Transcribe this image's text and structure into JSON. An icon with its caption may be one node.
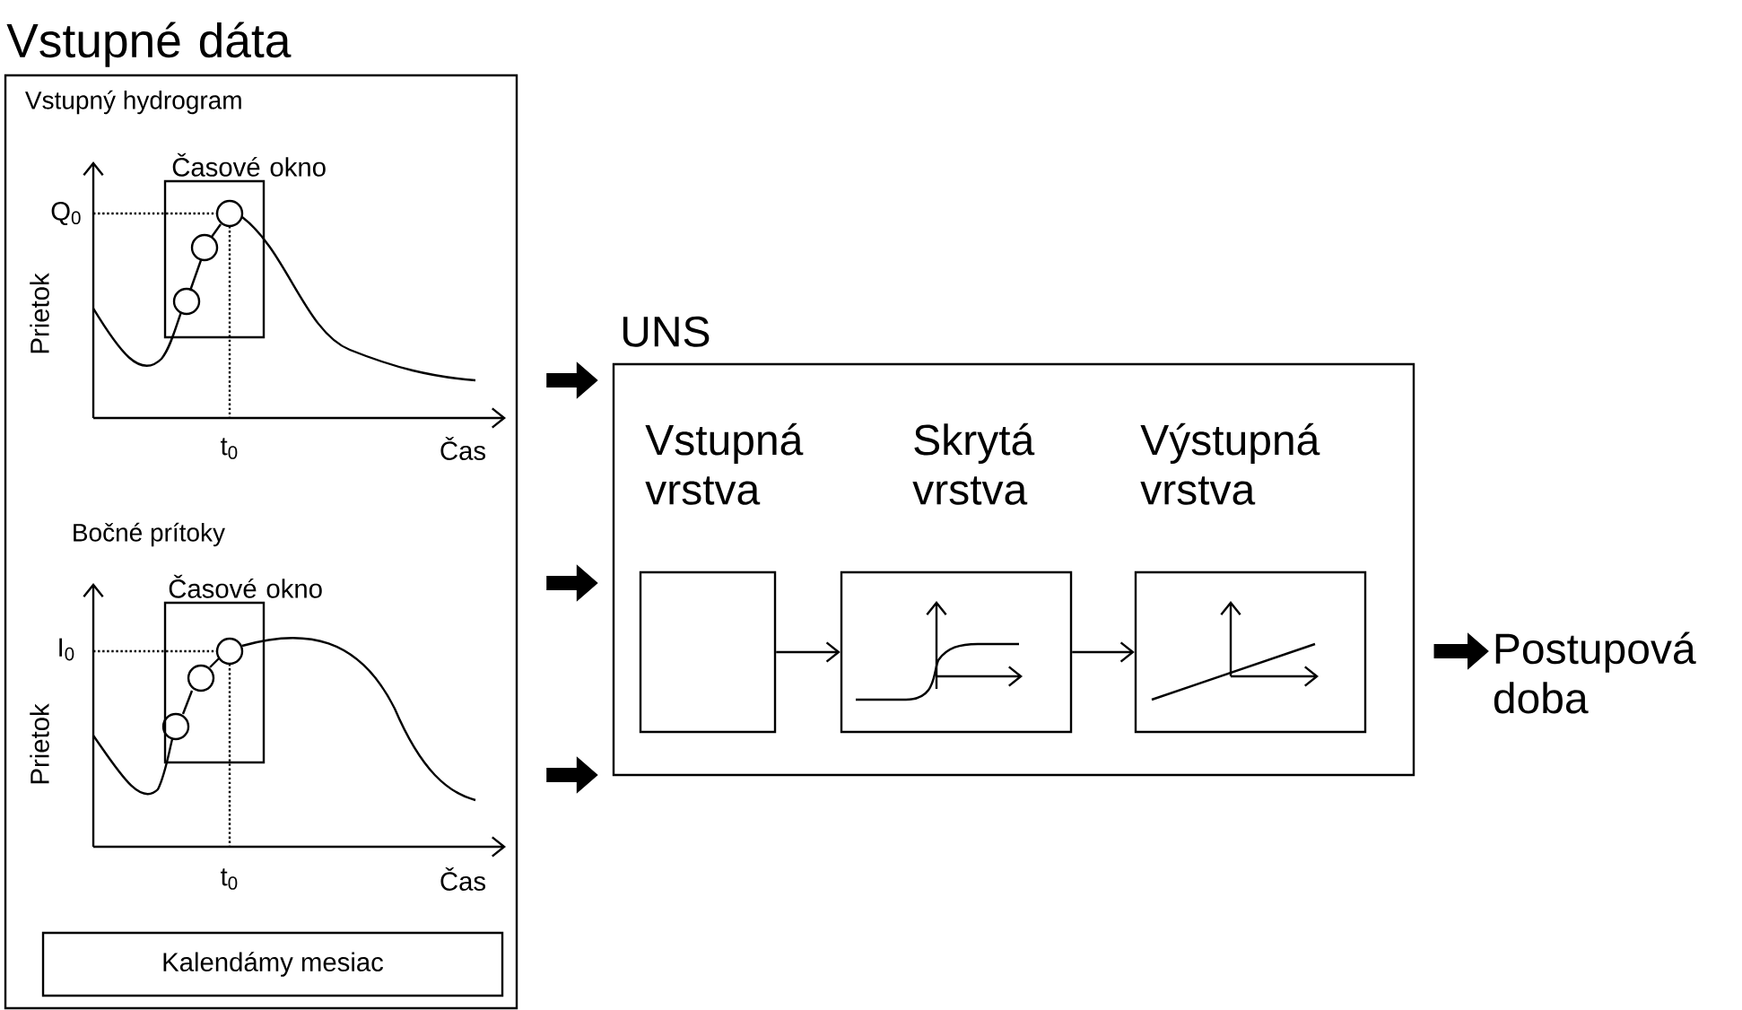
{
  "diagram": {
    "nodes": [
      {
        "text": [
          "Vstupné dáta"
        ]
      },
      {
        "text": [
          "Časové okno"
        ],
        "in": 0
      },
      {
        "text": [
          "Časové okno"
        ],
        "in": 0
      },
      {
        "text": [
          "Kalendámy mesiac"
        ],
        "in": 0
      },
      {
        "text": [
          "UNS"
        ]
      },
      {
        "text": [
          "Vstupná vrstva"
        ],
        "in": 4
      },
      {
        "text": [
          "Skrytá vrstva"
        ],
        "in": 4
      },
      {
        "text": [
          "Výstupná vrstva"
        ],
        "in": 4
      },
      {
        "text": [
          "Postupová doba"
        ]
      }
    ],
    "edges": [
      {
        "from": 0,
        "to": 4,
        "arrow": "to"
      },
      {
        "from": 0,
        "to": 4,
        "arrow": "to"
      },
      {
        "from": 0,
        "to": 4,
        "arrow": "to"
      },
      {
        "from": 5,
        "to": 6,
        "arrow": "to"
      },
      {
        "from": 6,
        "to": 7,
        "arrow": "to"
      },
      {
        "from": 4,
        "to": 8,
        "arrow": "to"
      }
    ],
    "labels": [
      "Vstupný hydrogram",
      "Q$_{0}$",
      "Prietok",
      "t$_{0}$",
      "Čas",
      "Bočné prítoky",
      "I$_{0}$",
      "Prietok",
      "t$_{0}$",
      "Čas"
    ]
  }
}
